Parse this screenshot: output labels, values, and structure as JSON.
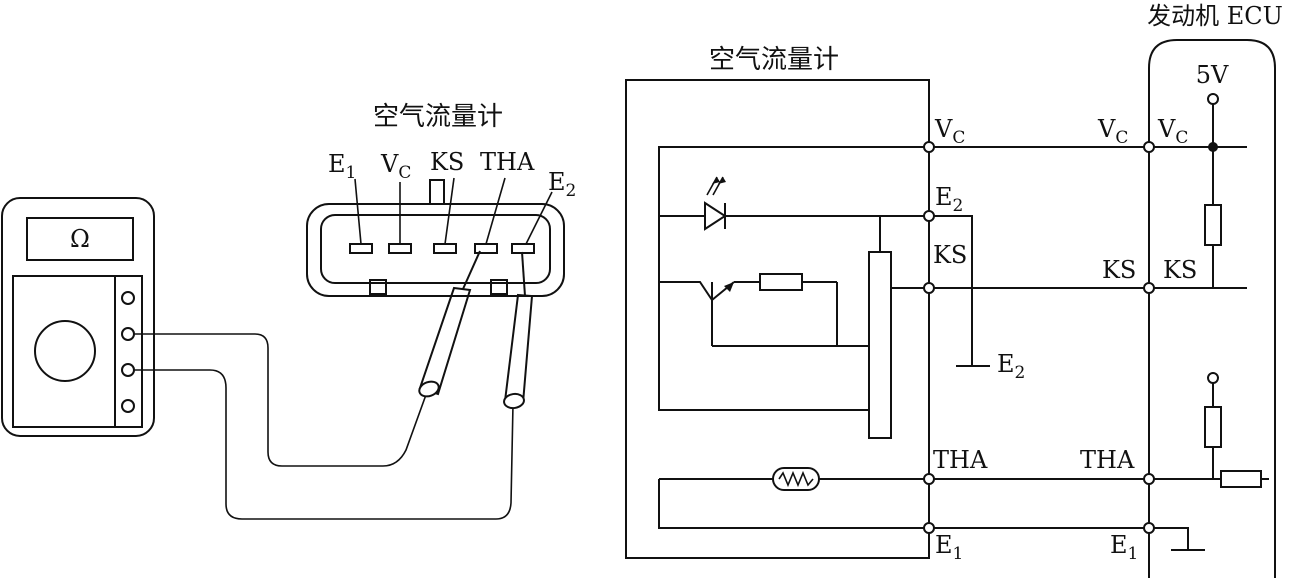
{
  "multimeter": {
    "display_symbol": "Ω"
  },
  "connector": {
    "title": "空气流量计",
    "pins": [
      "E",
      "V",
      "KS",
      "THA",
      "E"
    ],
    "pin_subscripts": [
      "1",
      "C",
      "",
      "",
      "2"
    ]
  },
  "meter_unit": {
    "title": "空气流量计",
    "terminals": {
      "vc": "V",
      "vc_sub": "C",
      "e2": "E",
      "e2_sub": "2",
      "ks": "KS",
      "ground_e2": "E",
      "ground_e2_sub": "2",
      "tha": "THA",
      "e1": "E",
      "e1_sub": "1"
    }
  },
  "ecu": {
    "title": "发动机 ECU",
    "supply": "5V",
    "terminals": {
      "vc": "V",
      "vc_sub": "C",
      "vc_in": "V",
      "vc_in_sub": "C",
      "ks": "KS",
      "ks_in": "KS",
      "tha": "THA",
      "e1": "E",
      "e1_sub": "1"
    }
  }
}
